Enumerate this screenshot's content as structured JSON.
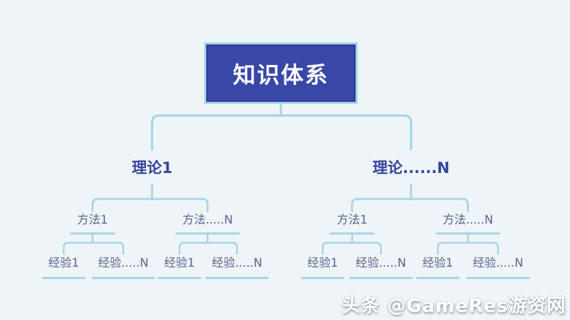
{
  "colors": {
    "background": "#eef4f7",
    "box_fill": "#3948a6",
    "box_border": "#a3d7eb",
    "line": "#a6d4e4",
    "root_text": "#ffffff",
    "theory_text": "#39439e",
    "node_text": "#5b648c",
    "watermark_text": "#ffffff"
  },
  "tree": {
    "root": {
      "label": "知识体系"
    },
    "theories": [
      {
        "label": "理论1",
        "methods": [
          {
            "label": "方法1",
            "experiences": [
              {
                "label": "经验1"
              },
              {
                "label": "经验.....N"
              }
            ]
          },
          {
            "label": "方法.....N",
            "experiences": [
              {
                "label": "经验1"
              },
              {
                "label": "经验.....N"
              }
            ]
          }
        ]
      },
      {
        "label": "理论......N",
        "methods": [
          {
            "label": "方法1",
            "experiences": [
              {
                "label": "经验1"
              },
              {
                "label": "经验.....N"
              }
            ]
          },
          {
            "label": "方法.....N",
            "experiences": [
              {
                "label": "经验1"
              },
              {
                "label": "经验.....N"
              }
            ]
          }
        ]
      }
    ]
  },
  "watermark": {
    "text": "头条 @GameRes游资网"
  }
}
